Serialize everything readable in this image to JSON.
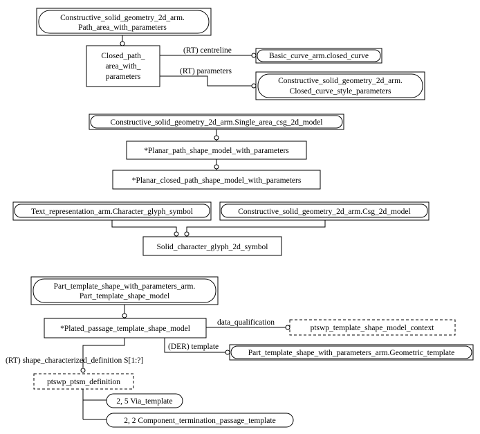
{
  "diagram": {
    "refs": {
      "path_area_line1": "Constructive_solid_geometry_2d_arm.",
      "path_area_line2": "Path_area_with_parameters",
      "basic_curve": "Basic_curve_arm.closed_curve",
      "curve_style_line1": "Constructive_solid_geometry_2d_arm.",
      "curve_style_line2": "Closed_curve_style_parameters",
      "single_area": "Constructive_solid_geometry_2d_arm.Single_area_csg_2d_model",
      "char_glyph": "Text_representation_arm.Character_glyph_symbol",
      "csg_2d": "Constructive_solid_geometry_2d_arm.Csg_2d_model",
      "pts_shape_line1": "Part_template_shape_with_parameters_arm.",
      "pts_shape_line2": "Part_template_shape_model",
      "geometric_template": "Part_template_shape_with_parameters_arm.Geometric_template",
      "via_template": "2, 5 Via_template",
      "component_termination": "2, 2 Component_termination_passage_template"
    },
    "entities": {
      "closed_path_line1": "Closed_path_",
      "closed_path_line2": "area_with_",
      "closed_path_line3": "parameters",
      "planar_path": "*Planar_path_shape_model_with_parameters",
      "planar_closed": "*Planar_closed_path_shape_model_with_parameters",
      "solid_char": "Solid_character_glyph_2d_symbol",
      "plated_passage": "*Plated_passage_template_shape_model"
    },
    "selects": {
      "context": "ptswp_template_shape_model_context",
      "definition": "ptswp_ptsm_definition"
    },
    "relations": {
      "centreline": "(RT) centreline",
      "parameters": "(RT) parameters",
      "data_qualification": "data_qualification",
      "template": "(DER) template",
      "shape_characterized": "(RT) shape_characterized_definition S[1:?]"
    }
  }
}
